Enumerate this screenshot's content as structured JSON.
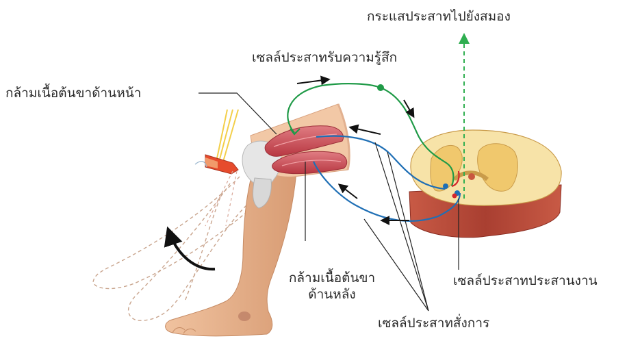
{
  "labels": {
    "brain_signal": "กระแสประสาทไปยังสมอง",
    "sensory_neuron": "เซลล์ประสาทรับความรู้สึก",
    "front_thigh_muscle": "กล้ามเนื้อต้นขาด้านหน้า",
    "back_thigh_muscle_line1": "กล้ามเนื้อต้นขา",
    "back_thigh_muscle_line2": "ด้านหลัง",
    "interneuron": "เซลล์ประสาทประสานงาน",
    "motor_neuron": "เซลล์ประสาทสั่งการ"
  },
  "colors": {
    "sensory": "#1f9a47",
    "motor": "#1f6fb5",
    "interneuron": "#d6262b",
    "brain_arrow": "#2fae50",
    "muscle": "#c94a52",
    "skin": "#e9b58f",
    "grey_matter": "#f0c86d",
    "white_matter": "#f7e9b9",
    "spinal_side": "#b44d3c"
  }
}
